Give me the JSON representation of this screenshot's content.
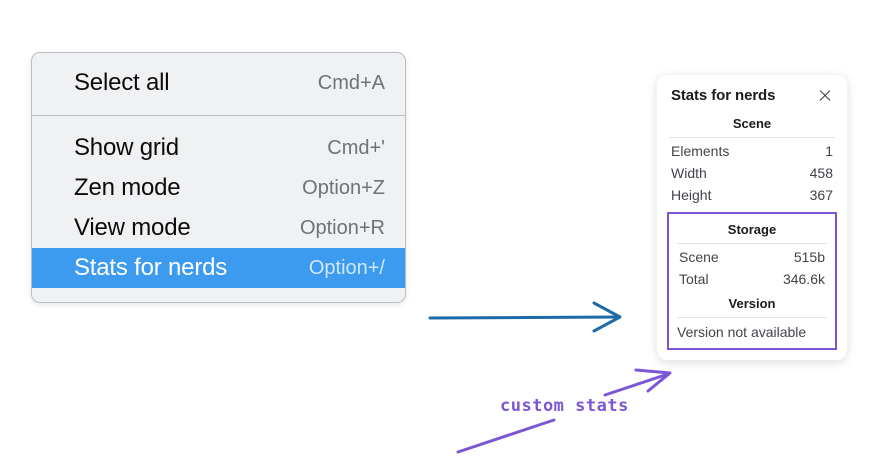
{
  "menu": {
    "groups": [
      {
        "items": [
          {
            "label": "Select all",
            "shortcut": "Cmd+A",
            "selected": false
          }
        ]
      },
      {
        "items": [
          {
            "label": "Show grid",
            "shortcut": "Cmd+'",
            "selected": false
          },
          {
            "label": "Zen mode",
            "shortcut": "Option+Z",
            "selected": false
          },
          {
            "label": "View mode",
            "shortcut": "Option+R",
            "selected": false
          },
          {
            "label": "Stats for nerds",
            "shortcut": "Option+/",
            "selected": true
          }
        ]
      }
    ]
  },
  "stats_panel": {
    "title": "Stats for nerds",
    "close_icon": "close-icon",
    "sections": [
      {
        "title": "Scene",
        "rows": [
          {
            "key": "Elements",
            "value": "1"
          },
          {
            "key": "Width",
            "value": "458"
          },
          {
            "key": "Height",
            "value": "367"
          }
        ]
      },
      {
        "title": "Storage",
        "rows": [
          {
            "key": "Scene",
            "value": "515b"
          },
          {
            "key": "Total",
            "value": "346.6k"
          }
        ]
      },
      {
        "title": "Version",
        "text": "Version not available"
      }
    ]
  },
  "annotations": {
    "handwritten_note": "custom stats",
    "blue_arrow_color": "#1f6aa8",
    "purple_color": "#7b57d6",
    "highlight_color": "#3c9bef"
  }
}
